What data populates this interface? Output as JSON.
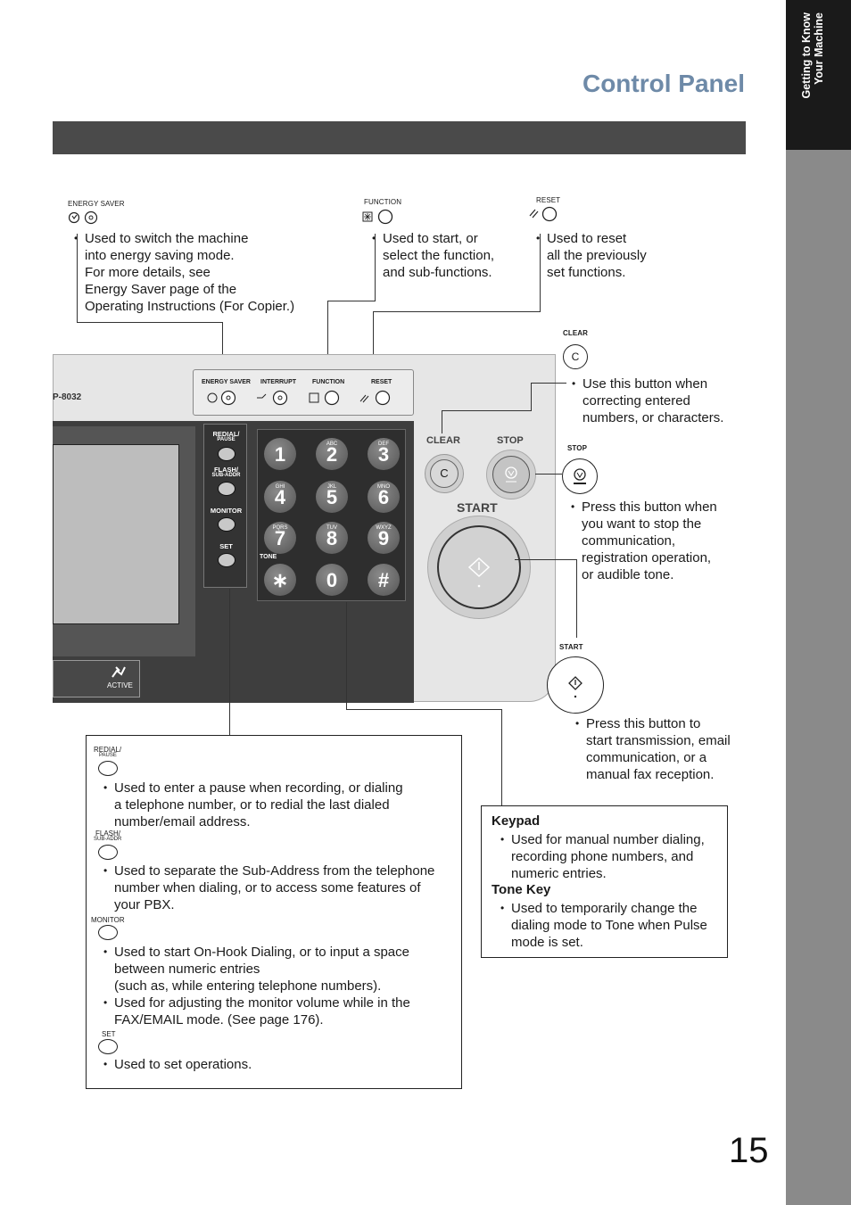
{
  "page": {
    "title": "Control Panel",
    "section_tab": "Getting to Know\nYour Machine",
    "page_number": "15"
  },
  "callouts": {
    "energy_saver": {
      "label": "ENERGY SAVER",
      "lines": [
        "Used to switch the machine",
        "into energy saving mode.",
        "For more details, see",
        "Energy Saver page of the",
        "Operating Instructions (For Copier.)"
      ]
    },
    "function": {
      "label": "FUNCTION",
      "lines": [
        "Used to start, or",
        "select the function,",
        "and sub-functions."
      ]
    },
    "reset": {
      "label": "RESET",
      "lines": [
        "Used to reset",
        "all the previously",
        "set functions."
      ]
    },
    "clear": {
      "label": "CLEAR",
      "icon_letter": "C",
      "lines": [
        "Use this button when",
        "correcting entered",
        "numbers, or characters."
      ]
    },
    "stop": {
      "label": "STOP",
      "lines": [
        "Press this button when",
        "you want to stop the",
        "communication,",
        "registration operation,",
        "or audible tone."
      ]
    },
    "start": {
      "label": "START",
      "lines": [
        "Press this button to",
        "start transmission, email",
        "communication, or a",
        "manual fax reception."
      ]
    }
  },
  "panel": {
    "model": "P-8032",
    "top_labels": [
      "ENERGY SAVER",
      "INTERRUPT",
      "FUNCTION",
      "RESET"
    ],
    "func_labels": [
      "REDIAL/",
      "PAUSE",
      "FLASH/",
      "SUB-ADDR",
      "MONITOR",
      "SET"
    ],
    "clear_label": "CLEAR",
    "stop_label": "STOP",
    "start_label": "START",
    "tone_label": "TONE",
    "active_label": "ACTIVE",
    "clear_letter": "C",
    "keys": [
      {
        "digit": "1",
        "letters": ""
      },
      {
        "digit": "2",
        "letters": "ABC"
      },
      {
        "digit": "3",
        "letters": "DEF"
      },
      {
        "digit": "4",
        "letters": "GHI"
      },
      {
        "digit": "5",
        "letters": "JKL"
      },
      {
        "digit": "6",
        "letters": "MNO"
      },
      {
        "digit": "7",
        "letters": "PQRS"
      },
      {
        "digit": "8",
        "letters": "TUV"
      },
      {
        "digit": "9",
        "letters": "WXYZ"
      },
      {
        "digit": "∗",
        "letters": ""
      },
      {
        "digit": "0",
        "letters": ""
      },
      {
        "digit": "#",
        "letters": ""
      }
    ]
  },
  "left_box": {
    "redial": {
      "label1": "REDIAL/",
      "label2": "PAUSE",
      "lines": [
        "Used to enter a pause when recording, or dialing",
        "a telephone number, or to redial the last dialed",
        "number/email address."
      ]
    },
    "flash": {
      "label1": "FLASH/",
      "label2": "SUB-ADDR",
      "lines": [
        "Used to separate the Sub-Address from the telephone",
        "number when dialing, or to access some features of",
        "your PBX."
      ]
    },
    "monitor": {
      "label1": "MONITOR",
      "lines_a": [
        "Used to start On-Hook Dialing, or to input a space",
        "between numeric entries",
        "(such as, while entering telephone numbers)."
      ],
      "lines_b": [
        "Used for adjusting the monitor volume while in the",
        "FAX/EMAIL mode. (See page 176)."
      ]
    },
    "set": {
      "label1": "SET",
      "lines": [
        "Used to set operations."
      ]
    }
  },
  "right_box": {
    "keypad_title": "Keypad",
    "keypad_lines": [
      "Used for manual number dialing,",
      "recording phone numbers, and",
      "numeric entries."
    ],
    "tone_title": "Tone Key",
    "tone_lines": [
      "Used to temporarily change the",
      "dialing mode to Tone when Pulse",
      "mode is set."
    ]
  }
}
